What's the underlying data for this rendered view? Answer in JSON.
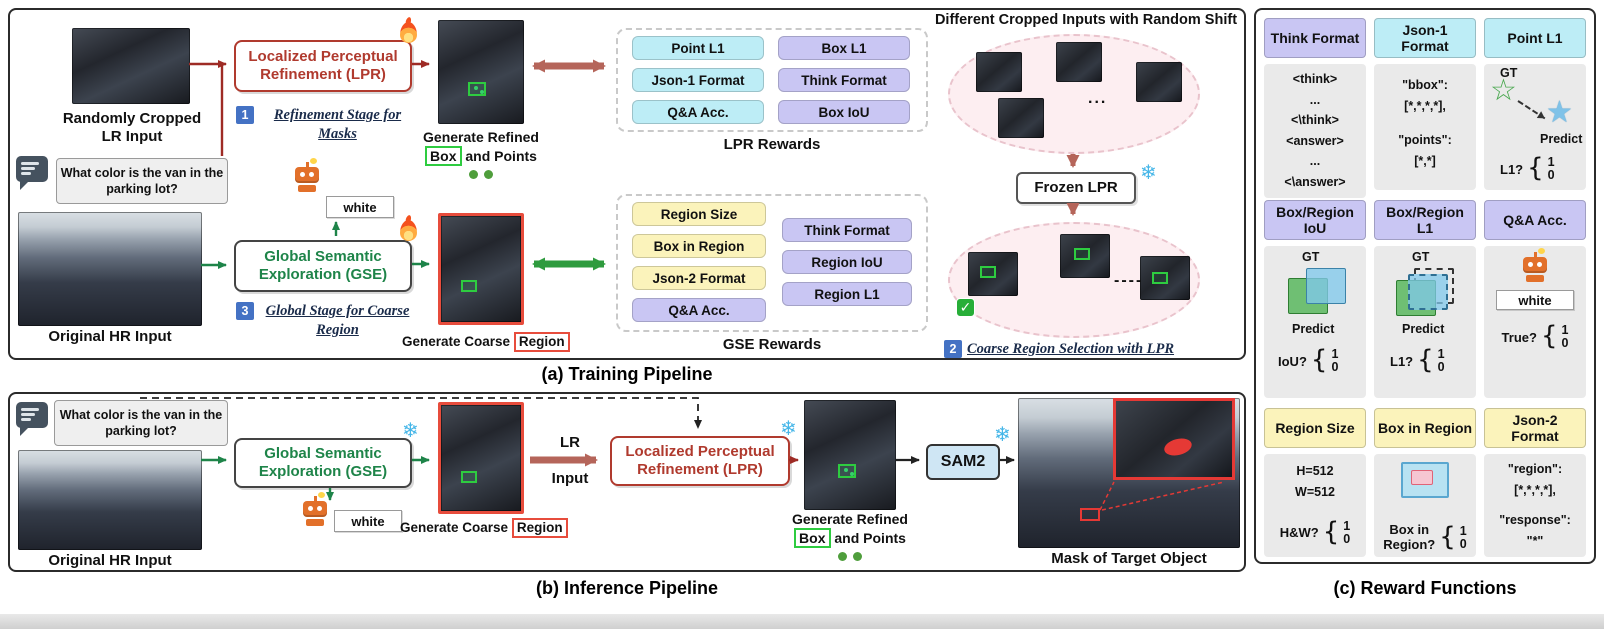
{
  "colors": {
    "lavender": "#c9c6f3",
    "cyan": "#bdedf6",
    "yellow": "#fbf3bb",
    "red_accent": "#b03a2e",
    "green_accent": "#1e8449",
    "rose_arrow": "#b5655a",
    "badge_blue": "#4472c4",
    "snowflake_blue": "#45b6e8",
    "box_green": "#2ecc40",
    "box_red": "#e74c3c"
  },
  "icons": {
    "snowflake": "❄",
    "check": "✓",
    "star_outline": "☆",
    "star_filled": "★"
  },
  "panel_a": {
    "caption": "(a) Training Pipeline",
    "lr_input_label": "Randomly Cropped LR Input",
    "question": "What color is the van in the parking lot?",
    "hr_input_label": "Original HR Input",
    "lpr_title": "Localized Perceptual Refinement (LPR)",
    "stage1_num": "1",
    "stage1_text": "Refinement Stage for Masks",
    "refined_caption_1": "Generate Refined",
    "refined_caption_box_word": "Box",
    "refined_caption_2": "and Points",
    "lpr_rewards_title": "LPR Rewards",
    "lpr_rewards": [
      {
        "label": "Point L1"
      },
      {
        "label": "Box L1"
      },
      {
        "label": "Json-1 Format"
      },
      {
        "label": "Think Format"
      },
      {
        "label": "Q&A Acc."
      },
      {
        "label": "Box IoU"
      }
    ],
    "answer": "white",
    "gse_title": "Global Semantic Exploration (GSE)",
    "stage3_num": "3",
    "stage3_text": "Global Stage for Coarse Region",
    "coarse_caption_1": "Generate Coarse",
    "coarse_caption_region_word": "Region",
    "gse_rewards_title": "GSE Rewards",
    "gse_rewards_left": [
      {
        "label": "Region Size"
      },
      {
        "label": "Box in Region"
      },
      {
        "label": "Json-2 Format"
      },
      {
        "label": "Q&A Acc."
      }
    ],
    "gse_rewards_right": [
      {
        "label": "Think Format"
      },
      {
        "label": "Region IoU"
      },
      {
        "label": "Region L1"
      }
    ],
    "random_shift_title": "Different Cropped Inputs with Random Shift",
    "ellipse1_dots": "...",
    "frozen_lpr_label": "Frozen LPR",
    "ellipse2_dots": "----",
    "stage2_num": "2",
    "stage2_text": "Coarse Region Selection with LPR"
  },
  "panel_b": {
    "caption": "(b) Inference Pipeline",
    "question": "What color is the van in the parking lot?",
    "hr_input_label": "Original HR Input",
    "gse_title": "Global Semantic Exploration (GSE)",
    "answer": "white",
    "coarse_caption_1": "Generate Coarse",
    "coarse_caption_region_word": "Region",
    "lr_word": "LR",
    "input_word": "Input",
    "lpr_title": "Localized Perceptual Refinement (LPR)",
    "refined_caption_1": "Generate Refined",
    "refined_caption_box_word": "Box",
    "refined_caption_2": "and Points",
    "sam2_label": "SAM2",
    "mask_label": "Mask of Target Object"
  },
  "panel_c": {
    "caption": "(c) Reward Functions",
    "one": "1",
    "zero": "0",
    "brace": "{",
    "think_format": {
      "title": "Think Format",
      "lines": [
        "<think>",
        "...",
        "<\\think>",
        "<answer>",
        "...",
        "<\\answer>"
      ]
    },
    "json1_format": {
      "title": "Json-1 Format",
      "lines": [
        "\"bbox\":",
        "[*,*,*,*],",
        "\"points\":",
        "[*,*]"
      ]
    },
    "point_l1": {
      "title": "Point L1",
      "gt": "GT",
      "predict": "Predict",
      "question": "L1?"
    },
    "box_region_iou": {
      "title": "Box/Region IoU",
      "gt": "GT",
      "predict": "Predict",
      "question": "IoU?"
    },
    "box_region_l1": {
      "title": "Box/Region L1",
      "gt": "GT",
      "predict": "Predict",
      "question": "L1?"
    },
    "qa_acc": {
      "title": "Q&A Acc.",
      "answer": "white",
      "question": "True?"
    },
    "region_size": {
      "title": "Region Size",
      "lines": [
        "H=512",
        "W=512"
      ],
      "question": "H&W?"
    },
    "box_in_region": {
      "title": "Box in Region",
      "question_line1": "Box in",
      "question_line2": "Region?"
    },
    "json2_format": {
      "title": "Json-2 Format",
      "lines": [
        "\"region\":",
        "[*,*,*,*],",
        "\"response\":",
        "\"*\""
      ]
    }
  }
}
